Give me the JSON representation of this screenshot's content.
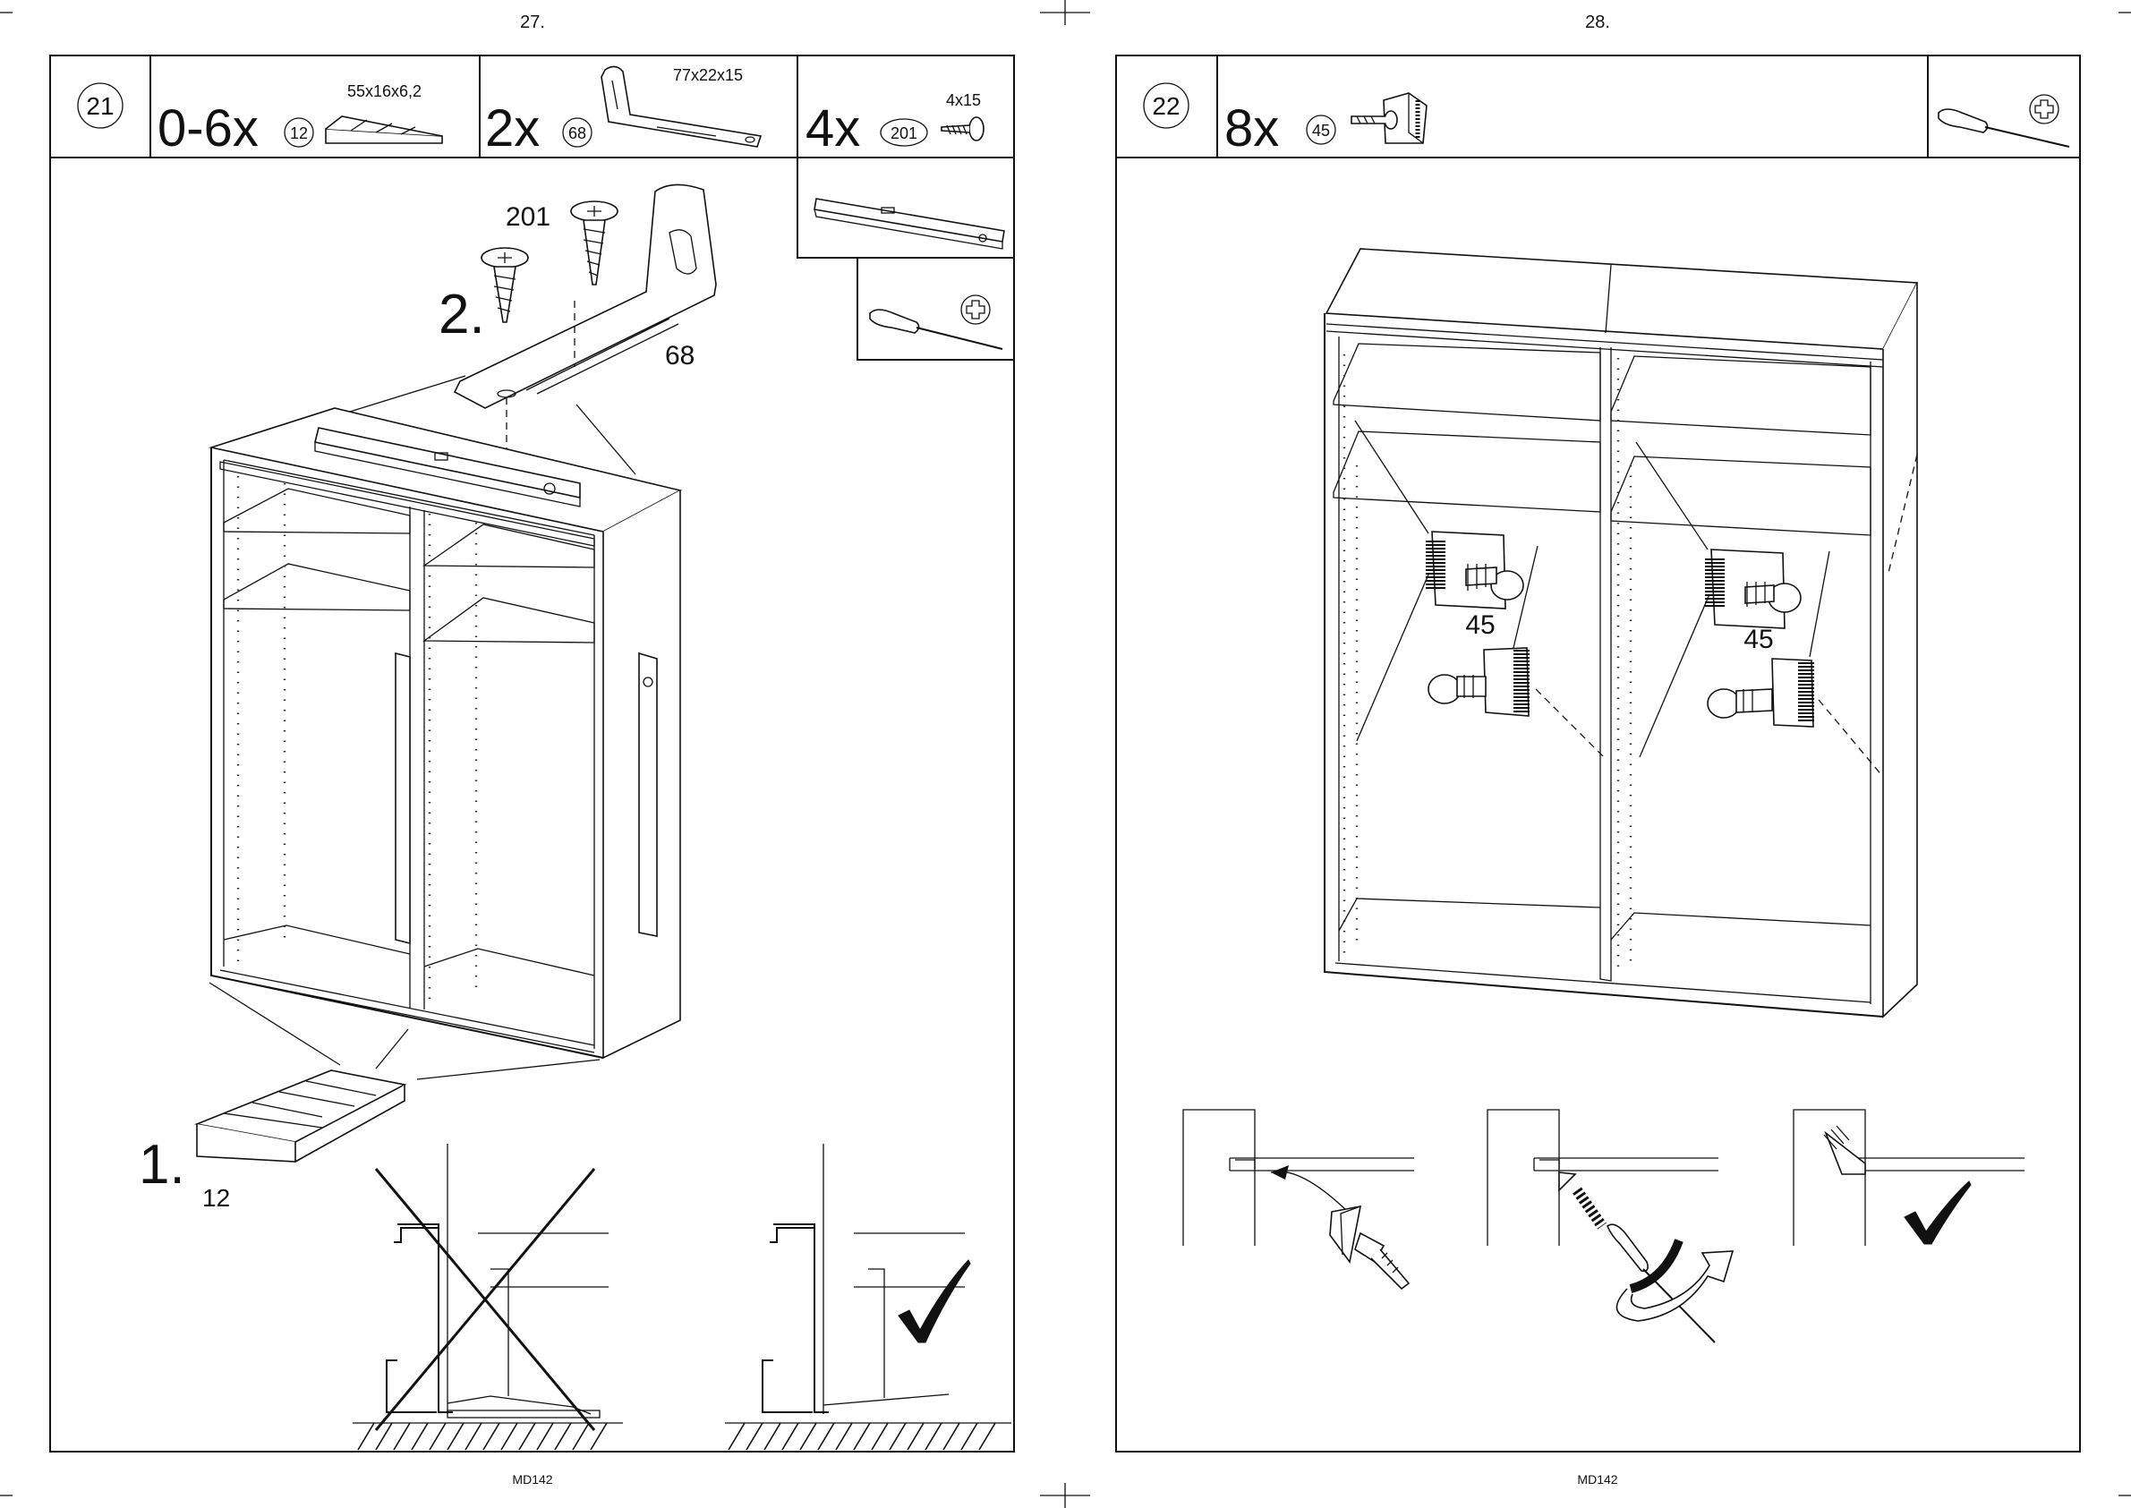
{
  "document": {
    "code": "MD142",
    "pages": [
      {
        "page_number": "27.",
        "footer": "MD142",
        "step": {
          "number": "21",
          "parts": [
            {
              "quantity": "0-6x",
              "part_no": "12",
              "dimensions": "55x16x6,2"
            },
            {
              "quantity": "2x",
              "part_no": "68",
              "dimensions": "77x22x15"
            },
            {
              "quantity": "4x",
              "part_no": "201",
              "dimensions": "4x15"
            }
          ],
          "tools": [
            "spirit-level-icon",
            "phillips-screwdriver-icon"
          ],
          "callouts": {
            "screw_ref": "201",
            "bracket_ref": "68",
            "wedge_ref": "12",
            "sub_step_1": "1.",
            "sub_step_2": "2."
          },
          "details": [
            {
              "status": "incorrect",
              "symbol": "cross-mark-icon"
            },
            {
              "status": "correct",
              "symbol": "checkmark-icon"
            }
          ]
        }
      },
      {
        "page_number": "28.",
        "footer": "MD142",
        "step": {
          "number": "22",
          "parts": [
            {
              "quantity": "8x",
              "part_no": "45",
              "dimensions": ""
            }
          ],
          "tools": [
            "phillips-screwdriver-icon"
          ],
          "callouts": {
            "connector_ref_left": "45",
            "connector_ref_right": "45"
          },
          "sequence": [
            "insert-connector",
            "screw-in-connector",
            "correct-result"
          ]
        }
      }
    ]
  }
}
